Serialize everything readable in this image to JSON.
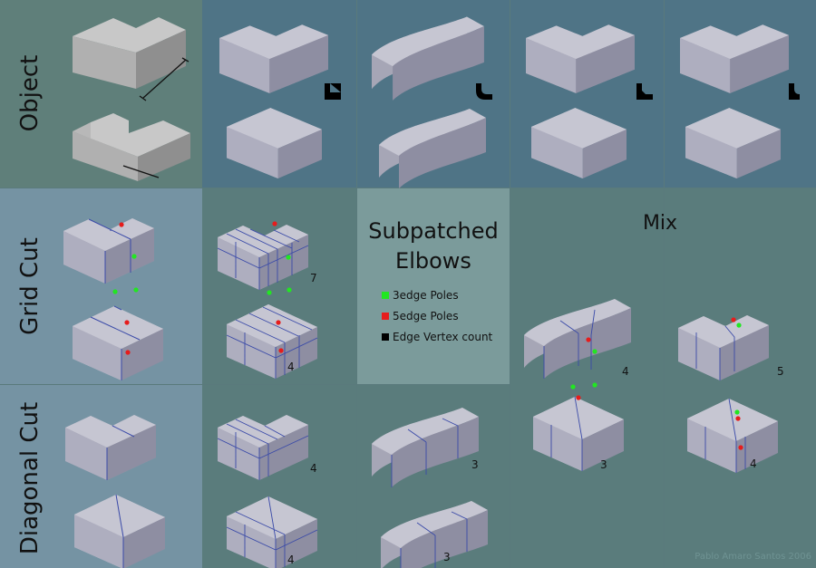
{
  "row_labels": {
    "object": "Object",
    "grid_cut": "Grid Cut",
    "diagonal_cut": "Diagonal Cut"
  },
  "legend": {
    "title_line1": "Subpatched",
    "title_line2": "Elbows",
    "items": [
      {
        "label": "3edge Poles",
        "color": "#22e622"
      },
      {
        "label": "5edge Poles",
        "color": "#e61c1c"
      },
      {
        "label": "Edge Vertex count",
        "color": "#000000"
      }
    ]
  },
  "mix_label": "Mix",
  "edge_counts": {
    "grid_cut_upper": "7",
    "grid_cut_lower": "4",
    "diagonal_upper": "4",
    "diagonal_lower": "4",
    "bent_upper": "3",
    "bent_lower": "3",
    "mix_a_upper": "4",
    "mix_a_lower": "3",
    "mix_b_upper": "5",
    "mix_b_lower": "4"
  },
  "credit": "Pablo Amaro Santos 2006",
  "colors": {
    "object_panel": "#5f7f7a",
    "object_blue": "#4f7486",
    "grid_panel": "#7593a3",
    "teal_panel": "#5a7c7c",
    "legend_panel": "#7b9b9b",
    "block_top": "#c4c4cf",
    "block_left": "#a8a8b8",
    "block_right": "#9090a4"
  }
}
